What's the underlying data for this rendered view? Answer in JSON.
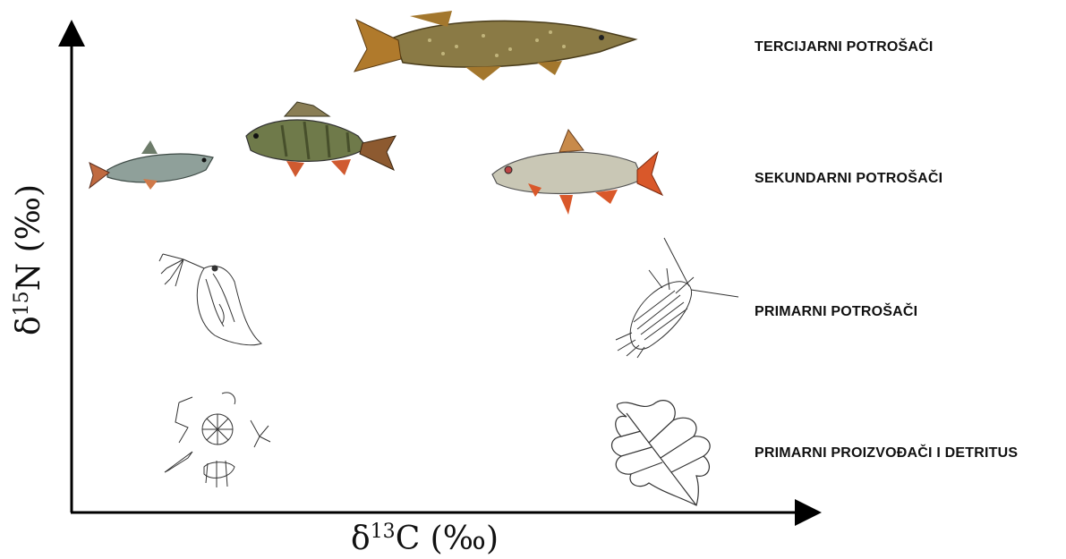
{
  "axes": {
    "x_label": {
      "prefix": "δ",
      "sup": "13",
      "main": "C (‰)"
    },
    "y_label": {
      "prefix": "δ",
      "sup": "15",
      "main": "N (‰)"
    }
  },
  "trophic_levels": [
    {
      "id": "tertiary",
      "label": "TERCIJARNI POTROŠAČI"
    },
    {
      "id": "secondary",
      "label": "SEKUNDARNI POTROŠAČI"
    },
    {
      "id": "primary-consumers",
      "label": "PRIMARNI POTROŠAČI"
    },
    {
      "id": "producers",
      "label": "PRIMARNI PROIZVOĐAČI I DETRITUS"
    }
  ],
  "organisms": [
    {
      "name": "pike",
      "level": "tertiary"
    },
    {
      "name": "small-fish",
      "level": "secondary"
    },
    {
      "name": "perch",
      "level": "secondary"
    },
    {
      "name": "roach",
      "level": "secondary"
    },
    {
      "name": "zooplankton",
      "level": "primary-consumers"
    },
    {
      "name": "isopod",
      "level": "primary-consumers"
    },
    {
      "name": "phytoplankton",
      "level": "producers"
    },
    {
      "name": "oak-leaf",
      "level": "producers"
    }
  ],
  "colors": {
    "axis": "#000000",
    "pike_body": "#8a7a45",
    "perch_body": "#6f7a4a",
    "roach_body": "#c9c7b5",
    "fin_orange": "#d9582a",
    "sketch": "#333333"
  }
}
